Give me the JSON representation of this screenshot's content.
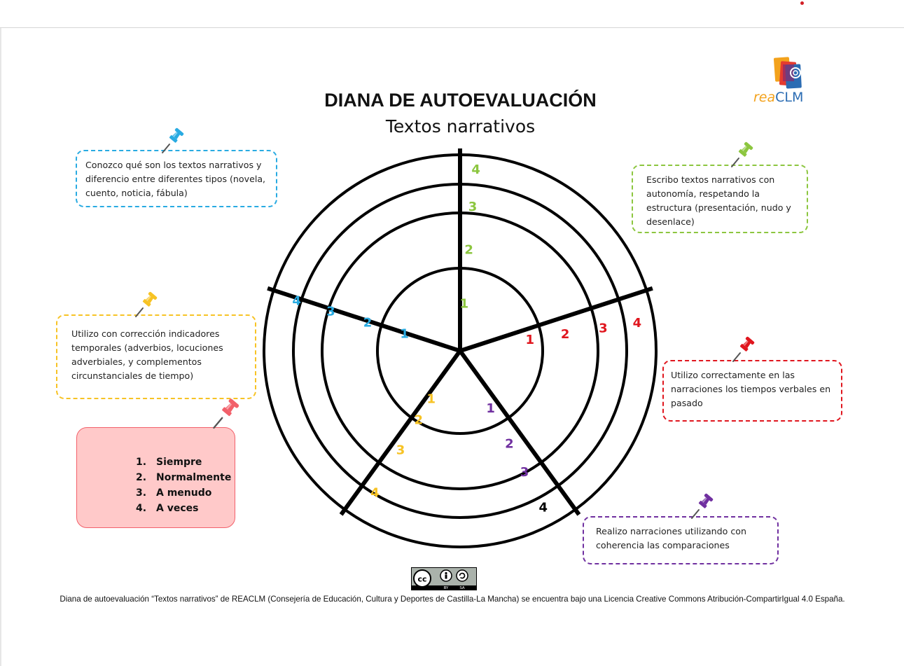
{
  "title": "DIANA DE AUTOEVALUACIÓN",
  "subtitle": "Textos narrativos",
  "criteria": {
    "blue": "Conozco qué son los textos narrativos y diferencio entre diferentes tipos (novela, cuento, noticia, fábula)",
    "green": "Escribo textos narrativos con autonomía, respetando la estructura (presentación, nudo y desenlace)",
    "yellow": "Utilizo con corrección indicadores temporales (adverbios, locuciones adverbiales, y complementos circunstanciales de tiempo)",
    "red": "Utilizo correctamente en las narraciones los tiempos verbales en pasado",
    "purple": "Realizo narraciones utilizando con coherencia las comparaciones"
  },
  "legend": [
    {
      "num": "1.",
      "label": "Siempre"
    },
    {
      "num": "2.",
      "label": "Normalmente"
    },
    {
      "num": "3.",
      "label": "A menudo"
    },
    {
      "num": "4.",
      "label": "A veces"
    }
  ],
  "levels": {
    "green": [
      "1",
      "2",
      "3",
      "4"
    ],
    "red": [
      "1",
      "2",
      "3",
      "4"
    ],
    "purple": [
      "1",
      "2",
      "3",
      "4"
    ],
    "yellow": [
      "1",
      "2",
      "3",
      "4"
    ],
    "blue": [
      "1",
      "2",
      "3",
      "4"
    ]
  },
  "colors": {
    "blue": "#29abe2",
    "green": "#8cc63f",
    "yellow": "#f7c325",
    "red": "#e0161e",
    "purple": "#7030a0",
    "pink": "#f2606a"
  },
  "logo": {
    "part1": "rea",
    "part2": "CLM"
  },
  "license_badge": {
    "by": "BY",
    "sa": "SA"
  },
  "footer": "Diana de autoevaluación “Textos narrativos” de REACLM (Consejería de Educación, Cultura y Deportes de Castilla-La Mancha) se encuentra bajo una Licencia Creative Commons Atribución-CompartirIgual 4.0 España."
}
